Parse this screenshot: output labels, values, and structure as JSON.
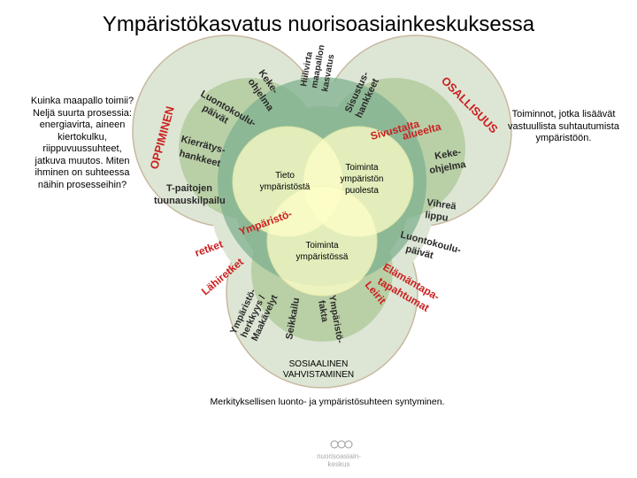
{
  "title": "Ympäristökasvatus nuorisoasiainkeskuksessa",
  "left_text": "Kuinka maapallo toimii? Neljä suurta prosessia: energiavirta, aineen kiertokulku, riippuvuussuhteet, jatkuva muutos. Miten ihminen on suhteessa näihin prosesseihin?",
  "right_text": "Toiminnot, jotka lisäävät vastuullista suhtautumista ympäristöön.",
  "bottom_caption": "Merkityksellisen luonto- ja ympäristösuhteen syntyminen.",
  "ring_labels": {
    "oppiminen": "OPPIMINEN",
    "osallisuus": "OSALLISUUS",
    "sosiaalinen_1": "SOSIAALINEN",
    "sosiaalinen_2": "VAHVISTAMINEN"
  },
  "circles": {
    "tieto_1": "Tieto",
    "tieto_2": "ympäristöstä",
    "puolesta_1": "Toiminta",
    "puolesta_2": "ympäristön",
    "puolesta_3": "puolesta",
    "ymparistossa_1": "Toiminta",
    "ymparistossa_2": "ympäristössä"
  },
  "activities": {
    "keke_ohjelma_top_1": "Keke-",
    "keke_ohjelma_top_2": "ohjelma",
    "hiilivirta_1": "Hiilivirta",
    "hiilivirta_2": "maapallon",
    "hiilivirta_3": "kasvatus",
    "sisustus_1": "Sisustus-",
    "sisustus_2": "hankkeet",
    "luontokoulupaivat_1": "Luontokoulu-",
    "luontokoulupaivat_2": "päivät",
    "kierratyshankkeet_1": "Kierrätys-",
    "kierratyshankkeet_2": "hankkeet",
    "t_paitojen": "T-paitojen",
    "tuunauskilpailu": "tuunauskilpailu",
    "sivustalta_1": "Sivustalta",
    "sivustalta_2": "alueelta",
    "keke_ohjelma_right_1": "Keke-",
    "keke_ohjelma_right_2": "ohjelma",
    "vihrea_lippu_1": "Vihreä",
    "vihrea_lippu_2": "lippu",
    "luontokoulupaivat_r_1": "Luontokoulu-",
    "luontokoulupaivat_r_2": "päivät",
    "elamantapa_1": "Elämäntapa-",
    "elamantapa_2": "tapahtumat",
    "leirit": "Leirit",
    "ymparistoretket_1": "Ympäristö-",
    "ymparistoretket_2": "retket",
    "lahiretket": "Lähiretket",
    "ymparisto_herkkyys_1": "Ympäristö-",
    "ymparisto_herkkyys_2": "herkkyys /",
    "ymparisto_herkkyys_3": "Maakävelyt",
    "seikkailu": "Seikkailu",
    "ymparistofakta_1": "Ympäristö-",
    "ymparistofakta_2": "fakta"
  },
  "logo": {
    "line1": "nuorisoasiain-",
    "line2": "keskus"
  },
  "colors": {
    "outer": "#dde6d5",
    "middle": "#b9cfa6",
    "inner": "#7fb08f",
    "center_circle": "#ffffc8",
    "shape_outline": "#c8b8a0",
    "label_red": "#cc2020",
    "label_dark": "#2a2a2a"
  }
}
